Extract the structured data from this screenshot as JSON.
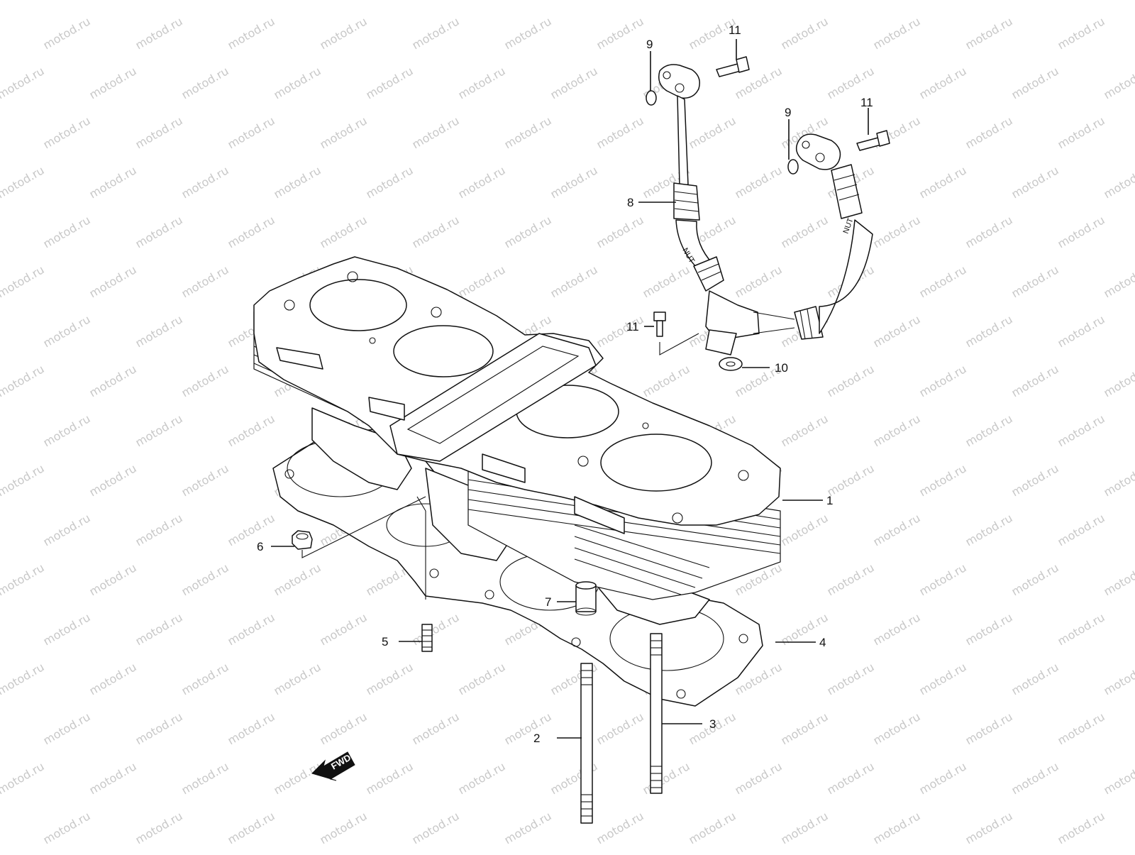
{
  "watermark": "motod.ru",
  "fwd_label": "FWD",
  "callouts": {
    "c1": "1",
    "c2": "2",
    "c3": "3",
    "c4": "4",
    "c5": "5",
    "c6": "6",
    "c7": "7",
    "c8": "8",
    "c9a": "9",
    "c9b": "9",
    "c10": "10",
    "c11a": "11",
    "c11b": "11",
    "c11c": "11"
  },
  "colors": {
    "line": "#111111",
    "watermark": "#c8c8c8",
    "background": "#ffffff"
  }
}
